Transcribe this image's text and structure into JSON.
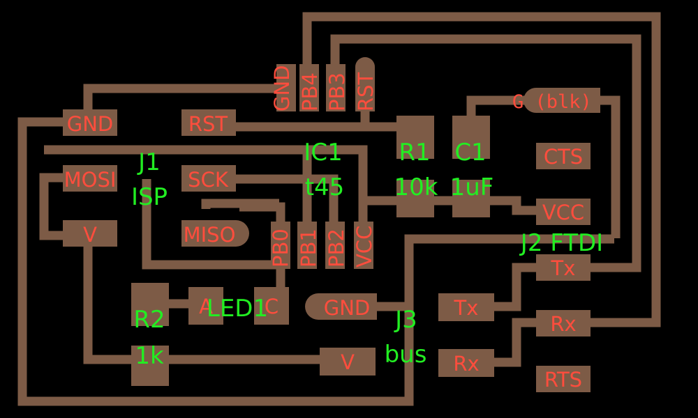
{
  "colors": {
    "background": "#000000",
    "copper": "#7d5b46",
    "pad_label": "#ff4d3d",
    "component_label": "#22ee22"
  },
  "ic1": {
    "ref": "IC1",
    "part": "t45",
    "pins_top": [
      "GND",
      "PB4",
      "PB3",
      "RST"
    ],
    "pins_bottom": [
      "PB0",
      "PB1",
      "PB2",
      "VCC"
    ]
  },
  "j1": {
    "ref": "J1",
    "name": "ISP",
    "pads": [
      "GND",
      "RST",
      "MOSI",
      "SCK",
      "V",
      "MISO"
    ]
  },
  "r1": {
    "ref": "R1",
    "value": "10k"
  },
  "c1": {
    "ref": "C1",
    "value": "1uF"
  },
  "r2": {
    "ref": "R2",
    "value": "1k"
  },
  "led1": {
    "ref": "LED1",
    "pad_a": "A",
    "pad_c": "C"
  },
  "j2": {
    "label": "J2 FTDI",
    "pads": [
      "G (blk)",
      "CTS",
      "VCC",
      "Tx",
      "Rx",
      "RTS"
    ]
  },
  "j3": {
    "ref": "J3",
    "name": "bus",
    "pads": [
      "GND",
      "Tx",
      "Rx",
      "V"
    ]
  }
}
